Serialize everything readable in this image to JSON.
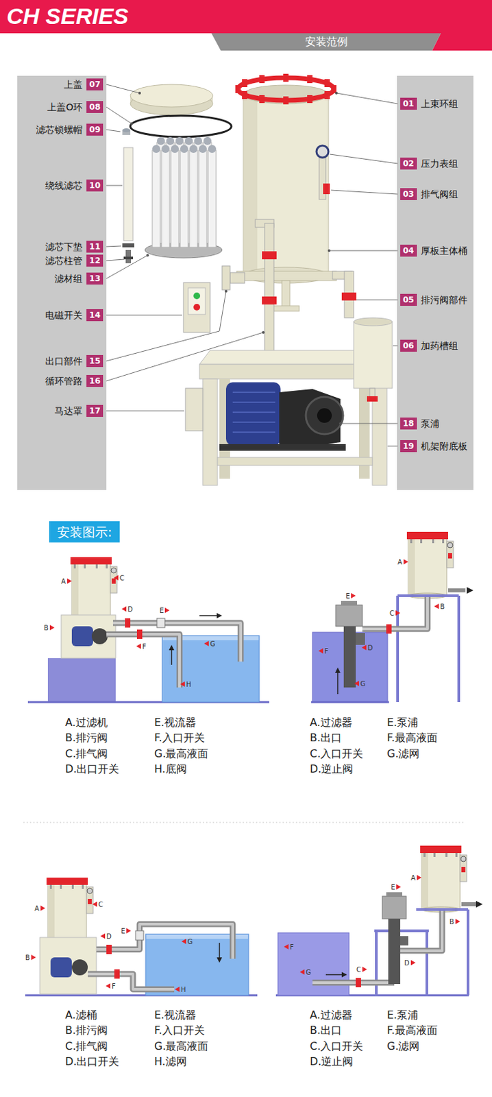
{
  "diagram": {
    "title": "CH SERIES",
    "nodes": [
      {
        "text": [
          "安装范例"
        ]
      },
      {
        "text": [
          "上盖",
          "07"
        ]
      },
      {
        "text": [
          "上盖O环",
          "08"
        ]
      },
      {
        "text": [
          "滤芯锁螺帽",
          "09"
        ]
      },
      {
        "text": [
          "绕线滤芯",
          "10"
        ]
      },
      {
        "text": [
          "滤芯下垫",
          "11"
        ]
      },
      {
        "text": [
          "滤芯柱管",
          "12"
        ]
      },
      {
        "text": [
          "滤材组",
          "13"
        ]
      },
      {
        "text": [
          "电磁开关",
          "14"
        ]
      },
      {
        "text": [
          "出口部件",
          "15"
        ]
      },
      {
        "text": [
          "循环管路",
          "16"
        ]
      },
      {
        "text": [
          "马达罩",
          "17"
        ]
      },
      {
        "text": [
          "01",
          "上束环组"
        ]
      },
      {
        "text": [
          "02",
          "压力表组"
        ]
      },
      {
        "text": [
          "03",
          "排气阀组"
        ]
      },
      {
        "text": [
          "04",
          "厚板主体桶"
        ]
      },
      {
        "text": [
          "05",
          "排污阀部件"
        ]
      },
      {
        "text": [
          "06",
          "加药槽组"
        ]
      },
      {
        "text": [
          "18",
          "泵浦"
        ]
      },
      {
        "text": [
          "19",
          "机架附底板"
        ]
      },
      {
        "text": [
          "安装图示:"
        ]
      }
    ],
    "labels": [
      "A",
      "B",
      "C",
      "D",
      "E",
      "F",
      "G",
      "H",
      "A.过滤机",
      "B.排污阀",
      "C.排气阀",
      "D.出口开关",
      "E.视流器",
      "F.入口开关",
      "G.最高液面",
      "H.底阀",
      "A",
      "B",
      "C",
      "D",
      "E",
      "F",
      "G",
      "A.过滤器",
      "B.出口",
      "C.入口开关",
      "D.逆止阀",
      "E.泵浦",
      "F.最高液面",
      "G.滤网",
      "A",
      "B",
      "C",
      "D",
      "E",
      "F",
      "G",
      "H",
      "A.滤桶",
      "B.排污阀",
      "C.排气阀",
      "D.出口开关",
      "E.视流器",
      "F.入口开关",
      "G.最高液面",
      "H.滤网",
      "A",
      "B",
      "C",
      "D",
      "E",
      "F",
      "G",
      "A.过滤器",
      "B.出口",
      "C.入口开关",
      "D.逆止阀",
      "E.泵浦",
      "F.最高液面",
      "G.滤网"
    ]
  }
}
